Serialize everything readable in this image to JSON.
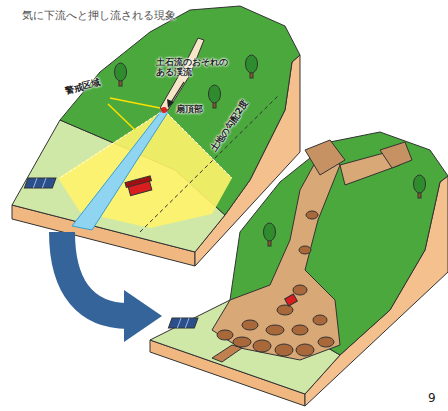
{
  "diagram": {
    "labels": [
      "気に下流へと押し流される現象",
      "土石流のおそれのある渓流",
      "警戒区域",
      "扇頂部",
      "土地の勾配2度",
      "9"
    ]
  }
}
